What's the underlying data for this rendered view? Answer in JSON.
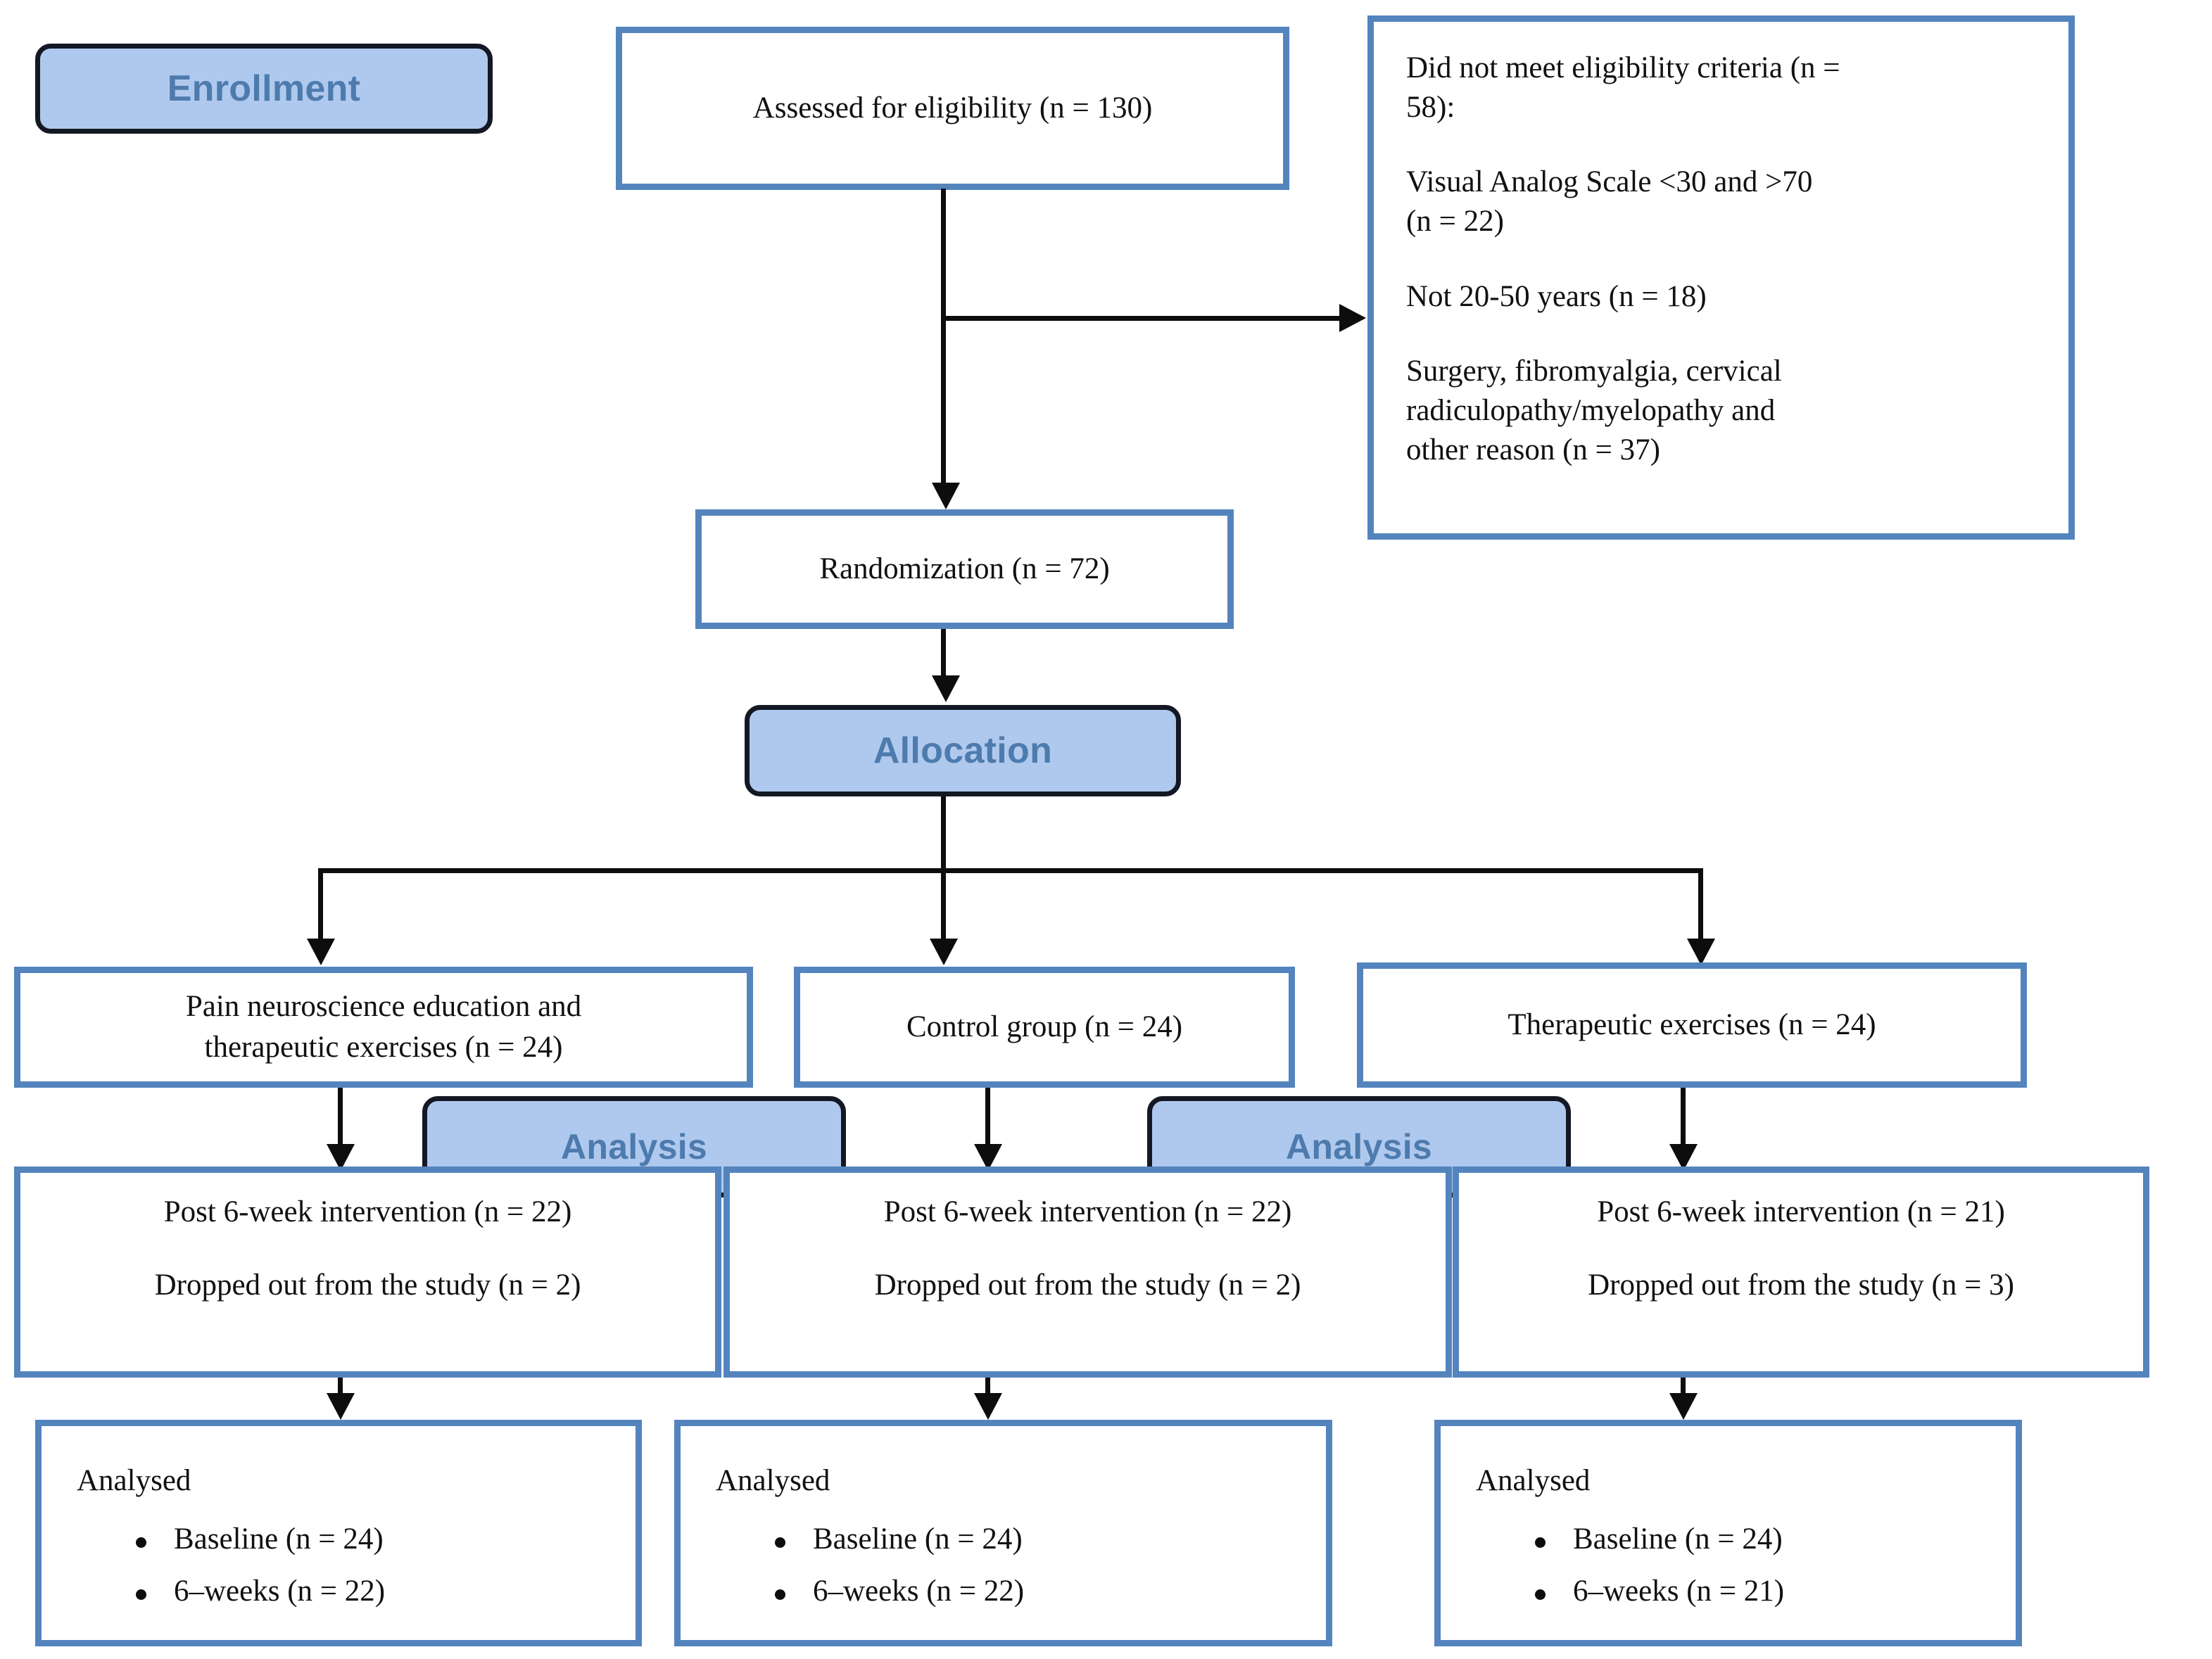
{
  "diagram": {
    "title": "CONSORT participant flow diagram",
    "colors": {
      "box_border": "#5384BE",
      "badge_fill": "#AFC9EE",
      "badge_border": "#141823",
      "badge_text": "#4E7BAD",
      "connector": "#0d0d0d",
      "body_text": "#111111",
      "background": "#ffffff"
    }
  },
  "stages": {
    "enrollment": "Enrollment",
    "allocation": "Allocation",
    "analysis_left": "Analysis",
    "analysis_right": "Analysis"
  },
  "enrollment": {
    "assessed": "Assessed for eligibility (n = 130)",
    "excluded": {
      "heading_line1": "Did not meet eligibility criteria (n =",
      "heading_line2": "58):",
      "reason1_line1": "Visual Analog Scale <30 and >70",
      "reason1_line2": "(n = 22)",
      "reason2": "Not 20-50 years (n = 18)",
      "reason3_line1": "Surgery, fibromyalgia, cervical",
      "reason3_line2": "radiculopathy/myelopathy and",
      "reason3_line3": "other reason (n = 37)"
    },
    "randomization": "Randomization (n = 72)"
  },
  "groups": [
    {
      "id": "pne-te",
      "allocation_line1": "Pain neuroscience education and",
      "allocation_line2": "therapeutic exercises (n = 24)",
      "post_line1": "Post 6-week intervention (n = 22)",
      "post_line2": "Dropped out from the study (n = 2)",
      "analysed_title": "Analysed",
      "analysed_items": [
        "Baseline (n = 24)",
        "6–weeks (n = 22)"
      ]
    },
    {
      "id": "control",
      "allocation_line1": "Control group (n = 24)",
      "allocation_line2": "",
      "post_line1": "Post 6-week intervention (n = 22)",
      "post_line2": "Dropped out from the study (n = 2)",
      "analysed_title": "Analysed",
      "analysed_items": [
        "Baseline (n = 24)",
        "6–weeks (n = 22)"
      ]
    },
    {
      "id": "te",
      "allocation_line1": "Therapeutic exercises (n = 24)",
      "allocation_line2": "",
      "post_line1": "Post 6-week intervention (n = 21)",
      "post_line2": "Dropped out from the study (n = 3)",
      "analysed_title": "Analysed",
      "analysed_items": [
        "Baseline (n = 24)",
        "6–weeks (n = 21)"
      ]
    }
  ]
}
